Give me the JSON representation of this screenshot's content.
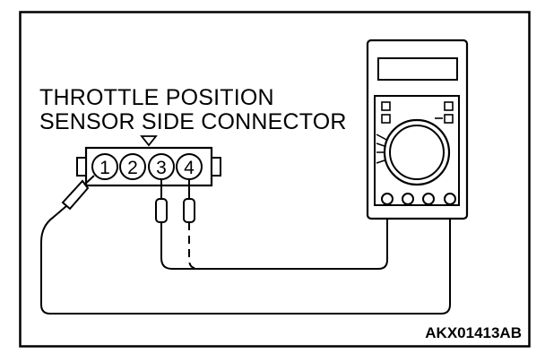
{
  "diagram": {
    "title_lines": [
      "THROTTLE POSITION",
      "SENSOR SIDE CONNECTOR"
    ],
    "connector_pins": [
      "1",
      "2",
      "3",
      "4"
    ],
    "figure_code": "AKX01413AB"
  },
  "colors": {
    "line": "#000000",
    "background": "#ffffff"
  },
  "icons": [
    "multimeter-icon",
    "probe-icon",
    "triangle-marker-icon"
  ]
}
